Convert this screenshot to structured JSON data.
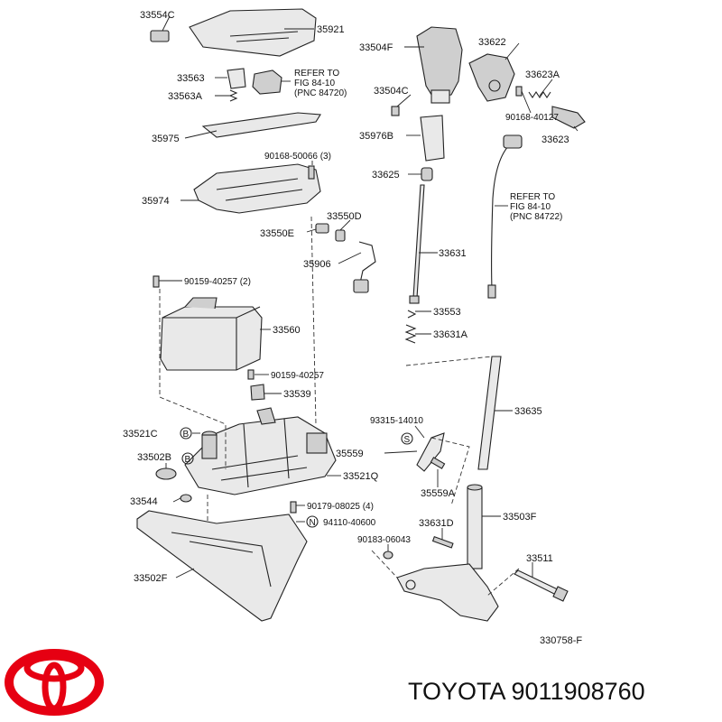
{
  "labels": {
    "p33554C": "33554C",
    "p35921": "35921",
    "p33504F": "33504F",
    "p33622": "33622",
    "p33563": "33563",
    "p33563A": "33563A",
    "refer1_a": "REFER TO",
    "refer1_b": "FIG 84-10",
    "refer1_c": "(PNC 84720)",
    "p33504C": "33504C",
    "p33623A": "33623A",
    "p90168_40127": "90168-40127",
    "p33623": "33623",
    "p35975": "35975",
    "p35976B": "35976B",
    "p90168_50066": "90168-50066 (3)",
    "p33625": "33625",
    "p35974": "35974",
    "refer2_a": "REFER TO",
    "refer2_b": "FIG 84-10",
    "refer2_c": "(PNC 84722)",
    "p33550D": "33550D",
    "p33550E": "33550E",
    "p33631": "33631",
    "p35906": "35906",
    "p90159_40257_2": "90159-40257 (2)",
    "p33553": "33553",
    "p33560": "33560",
    "p33631A": "33631A",
    "p90159_40257": "90159-40257",
    "p33539": "33539",
    "p33635": "33635",
    "p93315_14010": "93315-14010",
    "p33521C": "33521C",
    "circB1": "B",
    "p33502B": "33502B",
    "circB2": "B",
    "circS": "S",
    "p35559": "35559",
    "p33521Q": "33521Q",
    "p35559A": "35559A",
    "p33544": "33544",
    "p90179_08025": "90179-08025 (4)",
    "p33503F": "33503F",
    "circN": "N",
    "p94110_40600": "94110-40600",
    "p33631D": "33631D",
    "p90183_06043": "90183-06043",
    "p33511": "33511",
    "p33502F": "33502F",
    "fignum": "330758-F"
  },
  "brand": {
    "text": "TOYOTA 9011908760",
    "logo_color": "#e60012"
  }
}
